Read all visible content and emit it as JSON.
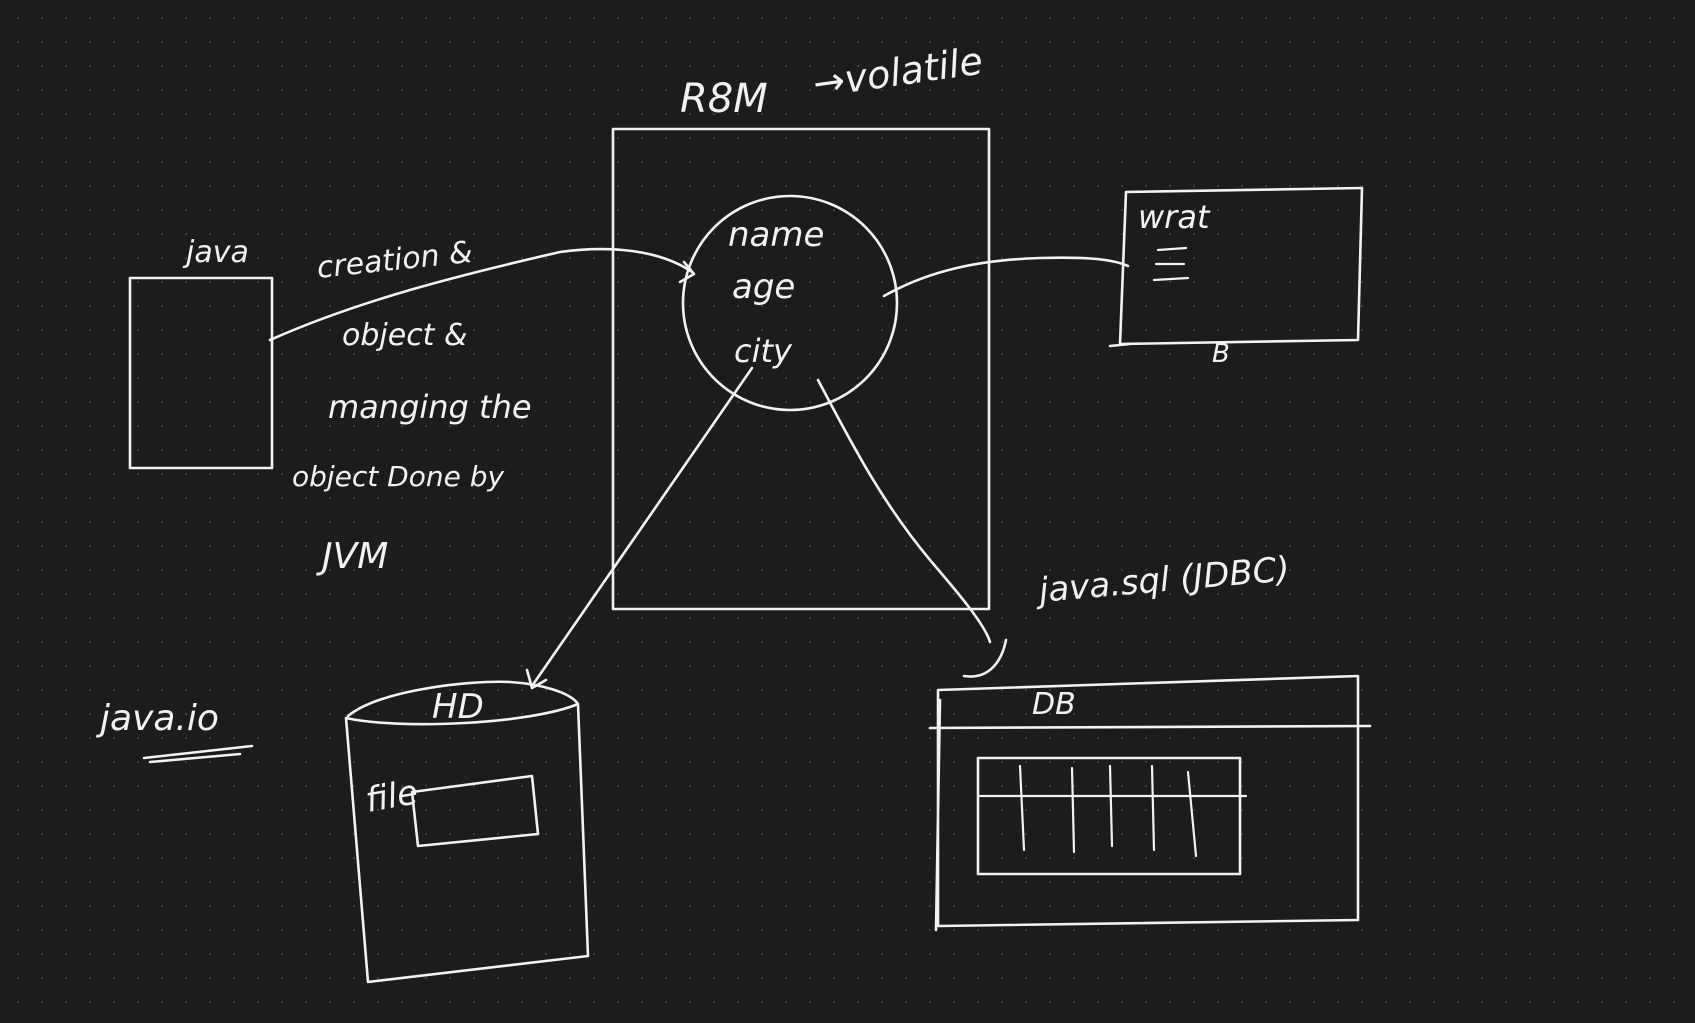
{
  "labels": {
    "ram": "R8M",
    "volatile": "→volatile",
    "java": "java",
    "creation": "creation &",
    "object": "object &",
    "managing": "manging the",
    "object_done_by": "object Done by",
    "jvm": "JVM",
    "field_name": "name",
    "field_age": "age",
    "field_city": "city",
    "wrat": "wrat",
    "wrat_b": "B",
    "java_sql": "java.sql (JDBC)",
    "hd": "HD",
    "file": "file",
    "db": "DB",
    "java_io": "java.io"
  },
  "colors": {
    "background": "#1c1c1c",
    "ink": "#f2f2f2",
    "grid_dot": "#3a3a3a"
  }
}
